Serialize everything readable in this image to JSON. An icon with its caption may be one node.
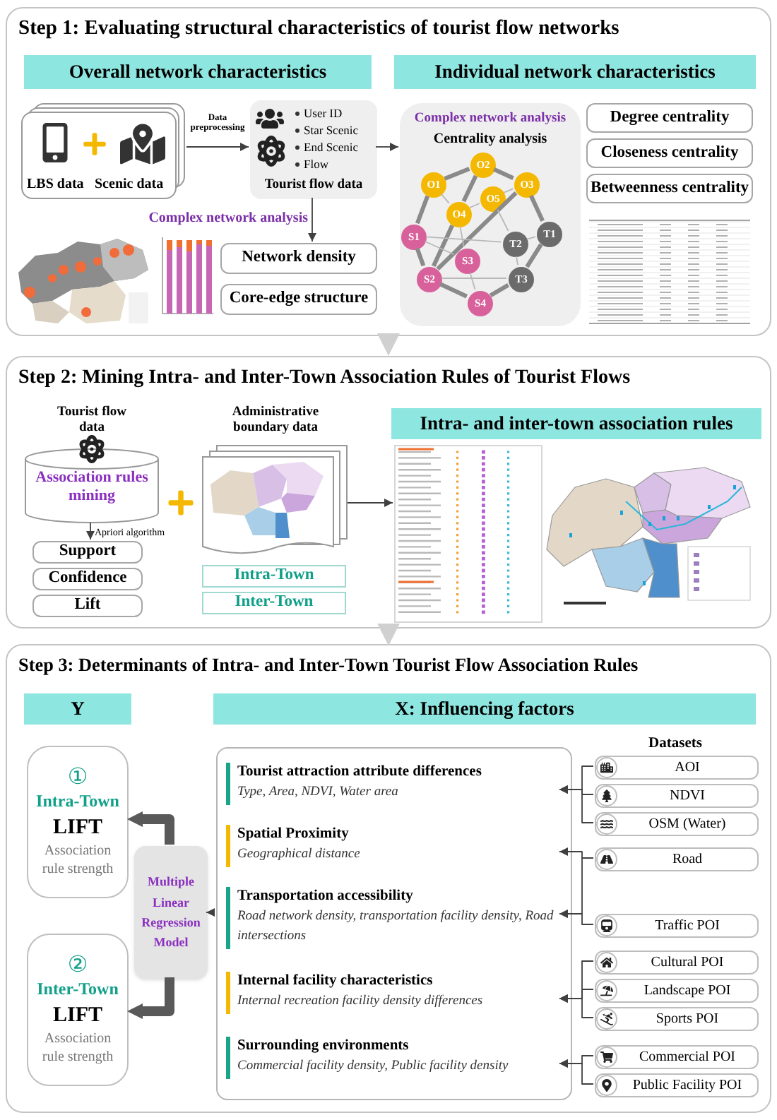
{
  "diagram": {
    "nodes": [
      {
        "text": [
          "Step 1: Evaluating structural characteristics of tourist flow networks"
        ]
      },
      {
        "text": [
          "Overall network characteristics"
        ],
        "in": 0
      },
      {
        "text": [
          "Individual network characteristics"
        ],
        "in": 0
      },
      {
        "text": [
          "LBS data",
          "Scenic data"
        ],
        "in": 0
      },
      {
        "text": [
          "User ID",
          "Star Scenic",
          "End Scenic",
          "Flow",
          "Tourist flow data"
        ],
        "in": 0
      },
      {
        "text": [
          "Network density"
        ],
        "in": 0
      },
      {
        "text": [
          "Core-edge structure"
        ],
        "in": 0
      },
      {
        "text": [
          "Complex network analysis",
          "Centrality analysis"
        ],
        "in": 0
      },
      {
        "text": [
          "O1"
        ],
        "in": 7
      },
      {
        "text": [
          "O2"
        ],
        "in": 7
      },
      {
        "text": [
          "O3"
        ],
        "in": 7
      },
      {
        "text": [
          "O4"
        ],
        "in": 7
      },
      {
        "text": [
          "O5"
        ],
        "in": 7
      },
      {
        "text": [
          "S1"
        ],
        "in": 7
      },
      {
        "text": [
          "S2"
        ],
        "in": 7
      },
      {
        "text": [
          "S3"
        ],
        "in": 7
      },
      {
        "text": [
          "S4"
        ],
        "in": 7
      },
      {
        "text": [
          "T1"
        ],
        "in": 7
      },
      {
        "text": [
          "T2"
        ],
        "in": 7
      },
      {
        "text": [
          "T3"
        ],
        "in": 7
      },
      {
        "text": [
          "Degree centrality"
        ],
        "in": 0
      },
      {
        "text": [
          "Closeness centrality"
        ],
        "in": 0
      },
      {
        "text": [
          "Betweenness centrality"
        ],
        "in": 0
      },
      {
        "text": [
          "Step 2: Mining Intra- and Inter-Town Association Rules of Tourist Flows"
        ]
      },
      {
        "text": [
          "Tourist flow data",
          "Association rules mining"
        ],
        "in": 23
      },
      {
        "text": [
          "Support"
        ],
        "in": 23
      },
      {
        "text": [
          "Confidence"
        ],
        "in": 23
      },
      {
        "text": [
          "Lift"
        ],
        "in": 23
      },
      {
        "text": [
          "Administrative boundary data"
        ],
        "in": 23
      },
      {
        "text": [
          "Intra-Town"
        ],
        "in": 23
      },
      {
        "text": [
          "Inter-Town"
        ],
        "in": 23
      },
      {
        "text": [
          "Intra- and inter-town association rules"
        ],
        "in": 23
      },
      {
        "text": [],
        "shape": "picture",
        "in": 23
      },
      {
        "text": [
          "Step 3: Determinants of Intra- and Inter-Town Tourist Flow Association Rules"
        ]
      },
      {
        "text": [
          "Y"
        ],
        "in": 33
      },
      {
        "text": [
          "X: Influencing factors"
        ],
        "in": 33
      },
      {
        "text": [
          "①",
          "Intra-Town",
          "LIFT",
          "Association rule strength"
        ],
        "in": 33
      },
      {
        "text": [
          "Multiple Linear Regression Model"
        ],
        "in": 33
      },
      {
        "text": [
          "②",
          "Inter-Town",
          "LIFT",
          "Association rule strength"
        ],
        "in": 33
      },
      {
        "text": [],
        "shape": "box",
        "in": 33
      },
      {
        "text": [
          "Tourist attraction attribute differences",
          "Type, Area, NDVI, Water area"
        ],
        "in": 39
      },
      {
        "text": [
          "Spatial Proximity",
          "Geographical distance"
        ],
        "in": 39
      },
      {
        "text": [
          "Transportation accessibility",
          "Road network density, transportation facility density, Road intersections"
        ],
        "in": 39
      },
      {
        "text": [
          "Internal facility characteristics",
          "Internal recreation facility density differences"
        ],
        "in": 39
      },
      {
        "text": [
          "Surrounding environments",
          "Commercial facility density, Public facility density"
        ],
        "in": 39
      },
      {
        "text": [
          "AOI"
        ],
        "in": 33
      },
      {
        "text": [
          "NDVI"
        ],
        "in": 33
      },
      {
        "text": [
          "OSM (Water)"
        ],
        "in": 33
      },
      {
        "text": [
          "Road"
        ],
        "in": 33
      },
      {
        "text": [
          "Traffic POI"
        ],
        "in": 33
      },
      {
        "text": [
          "Cultural POI"
        ],
        "in": 33
      },
      {
        "text": [
          "Landscape POI"
        ],
        "in": 33
      },
      {
        "text": [
          "Sports POI"
        ],
        "in": 33
      },
      {
        "text": [
          "Commercial POI"
        ],
        "in": 33
      },
      {
        "text": [
          "Public Facility POI"
        ],
        "in": 33
      }
    ],
    "edges": [
      {
        "from": 3,
        "to": 4,
        "arrow": "to",
        "label": "Data preprocessing"
      },
      {
        "from": 4,
        "to": 5,
        "arrow": "to",
        "label": "Complex network analysis"
      },
      {
        "from": 4,
        "to": 7,
        "arrow": "to"
      },
      {
        "from": 8,
        "to": 9,
        "arrow": "none",
        "style": "thick",
        "color": "#8a8a8a"
      },
      {
        "from": 9,
        "to": 10,
        "arrow": "none",
        "style": "thick",
        "color": "#8a8a8a"
      },
      {
        "from": 10,
        "to": 17,
        "arrow": "none",
        "style": "thick",
        "color": "#8a8a8a"
      },
      {
        "from": 17,
        "to": 19,
        "arrow": "none",
        "style": "thick",
        "color": "#8a8a8a"
      },
      {
        "from": 19,
        "to": 16,
        "arrow": "none",
        "style": "thick",
        "color": "#8a8a8a"
      },
      {
        "from": 16,
        "to": 14,
        "arrow": "none",
        "style": "thick",
        "color": "#8a8a8a"
      },
      {
        "from": 14,
        "to": 13,
        "arrow": "none",
        "style": "thick",
        "color": "#8a8a8a"
      },
      {
        "from": 13,
        "to": 8,
        "arrow": "none",
        "style": "thick",
        "color": "#8a8a8a"
      },
      {
        "from": 9,
        "to": 11,
        "arrow": "none",
        "style": "thick",
        "color": "#8a8a8a"
      },
      {
        "from": 11,
        "to": 14,
        "arrow": "none",
        "style": "thick",
        "color": "#8a8a8a"
      },
      {
        "from": 10,
        "to": 14,
        "arrow": "none",
        "style": "thick",
        "color": "#8a8a8a"
      },
      {
        "from": 8,
        "to": 11,
        "arrow": "none",
        "color": "#b8b8b8"
      },
      {
        "from": 11,
        "to": 12,
        "arrow": "none",
        "color": "#b8b8b8"
      },
      {
        "from": 12,
        "to": 10,
        "arrow": "none",
        "color": "#b8b8b8"
      },
      {
        "from": 11,
        "to": 15,
        "arrow": "none",
        "color": "#b8b8b8"
      },
      {
        "from": 13,
        "to": 18,
        "arrow": "none",
        "color": "#b8b8b8"
      },
      {
        "from": 18,
        "to": 17,
        "arrow": "none",
        "color": "#b8b8b8"
      },
      {
        "from": 18,
        "to": 19,
        "arrow": "none",
        "color": "#b8b8b8"
      },
      {
        "from": 15,
        "to": 16,
        "arrow": "none",
        "color": "#b8b8b8"
      },
      {
        "from": 14,
        "to": 19,
        "arrow": "none",
        "color": "#b8b8b8"
      },
      {
        "from": 12,
        "to": 18,
        "arrow": "none",
        "color": "#b8b8b8"
      },
      {
        "from": 13,
        "to": 15,
        "arrow": "none",
        "color": "#b8b8b8"
      },
      {
        "from": 0,
        "to": 23,
        "arrow": "to",
        "style": "thick",
        "color": "#d0d0d0"
      },
      {
        "from": 24,
        "to": 25,
        "arrow": "to",
        "label": "Apriori algorithm"
      },
      {
        "from": 28,
        "to": 32,
        "arrow": "to"
      },
      {
        "from": 23,
        "to": 33,
        "arrow": "to",
        "style": "thick",
        "color": "#d0d0d0"
      },
      {
        "from": 37,
        "to": 36,
        "arrow": "to",
        "style": "thick",
        "color": "#595959"
      },
      {
        "from": 37,
        "to": 38,
        "arrow": "to",
        "style": "thick",
        "color": "#595959"
      },
      {
        "from": 39,
        "to": 37,
        "arrow": "to"
      },
      {
        "from": 45,
        "to": 40,
        "arrow": "to"
      },
      {
        "from": 46,
        "to": 40,
        "arrow": "to"
      },
      {
        "from": 47,
        "to": 40,
        "arrow": "to"
      },
      {
        "from": 48,
        "to": 41,
        "arrow": "to"
      },
      {
        "from": 48,
        "to": 42,
        "arrow": "to"
      },
      {
        "from": 49,
        "to": 42,
        "arrow": "to"
      },
      {
        "from": 50,
        "to": 43,
        "arrow": "to"
      },
      {
        "from": 51,
        "to": 43,
        "arrow": "to"
      },
      {
        "from": 52,
        "to": 43,
        "arrow": "to"
      },
      {
        "from": 53,
        "to": 44,
        "arrow": "to"
      },
      {
        "from": 54,
        "to": 44,
        "arrow": "to"
      }
    ],
    "labels": [
      "Datasets"
    ]
  }
}
